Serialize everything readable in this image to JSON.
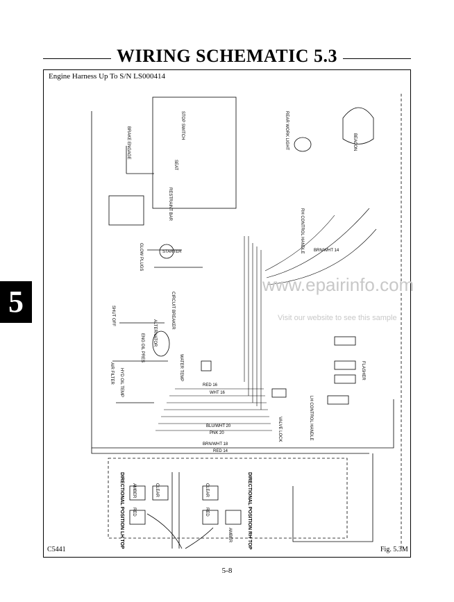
{
  "header": {
    "title": "WIRING SCHEMATIC 5.3"
  },
  "chapter": {
    "number": "5"
  },
  "diagram": {
    "subtitle": "Engine Harness Up To S/N LS000414",
    "code": "C5441",
    "figure": "Fig. 5.3M",
    "labels": {
      "work_light": "REAR WORK LIGHT",
      "beacon": "BEACON",
      "brake_engage": "BRAKE ENGAGE",
      "seat": "SEAT",
      "stop_switch": "STOP SWITCH",
      "restraint_bar": "RESTRAINT BAR",
      "starter": "STARTER",
      "glow_plugs": "GLOW PLUGS",
      "circuit_breaker": "CIRCUIT BREAKER",
      "alternator": "ALTERNATOR",
      "shut_off": "SHUT OFF",
      "eng_oil_pres": "ENG OIL PRES",
      "water_temp": "WATER TEMP",
      "air_filter": "AIR FILTER",
      "hyd_oil_temp": "HYD OIL TEMP",
      "rh_control_handle": "RH CONTROL HANDLE",
      "lh_control_handle": "LH CONTROL HANDLE",
      "flasher": "FLASHER",
      "valve_lock": "VALVE LOCK",
      "dir_lh": "DIRECTIONAL POSITION LH TOP",
      "dir_rh": "DIRECTIONAL POSITION RH TOP",
      "amber": "AMBER",
      "clear": "CLEAR",
      "red": "RED",
      "brn_wht_18": "BRN/WHT 18",
      "red_14": "RED 14",
      "brn_wht_14": "BRN/WHT 14",
      "red_16": "RED 16",
      "wht_16": "WHT 16",
      "pnk_20": "PNK 20",
      "blu_wht_20": "BLU/WHT 20"
    }
  },
  "watermark": {
    "line1": "www.epairinfo.com",
    "line2": "Visit our website to see this sample"
  },
  "footer": {
    "page": "5-8"
  }
}
